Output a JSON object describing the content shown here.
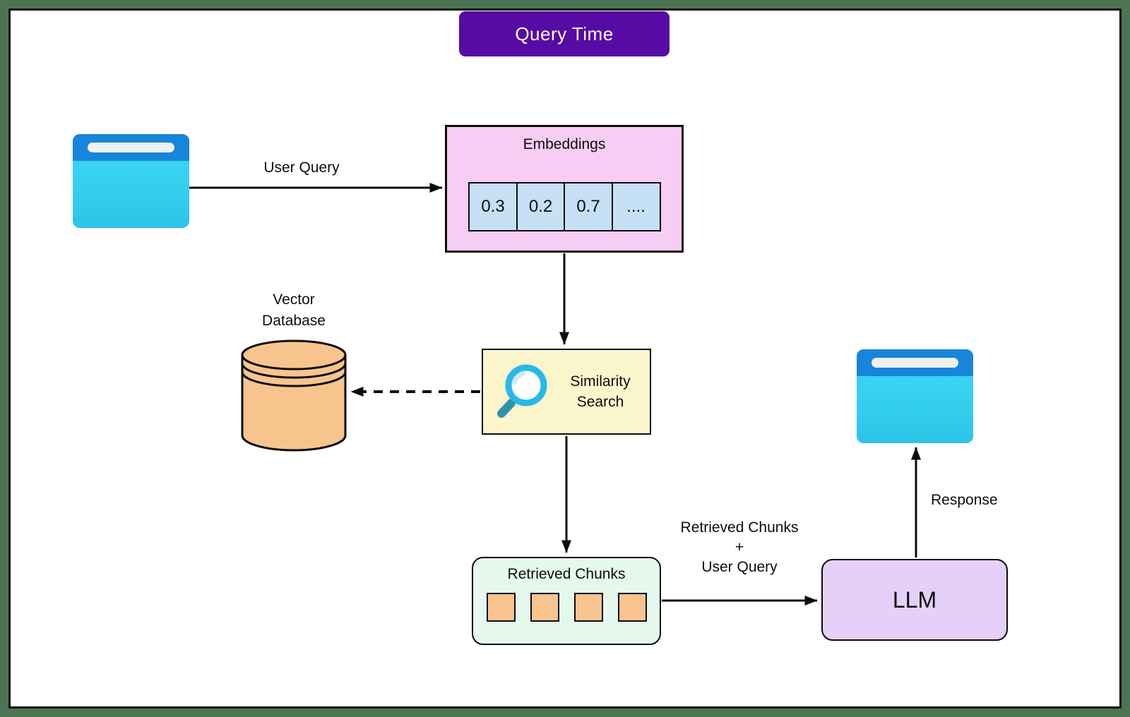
{
  "title": {
    "label": "Query Time"
  },
  "labels": {
    "user_query": "User Query",
    "response": "Response",
    "retrieved_plus": {
      "line1": "Retrieved Chunks",
      "line2": "+",
      "line3": "User Query"
    }
  },
  "embeddings": {
    "title": "Embeddings",
    "cells": [
      "0.3",
      "0.2",
      "0.7",
      "...."
    ]
  },
  "similarity_search": {
    "line1": "Similarity",
    "line2": "Search",
    "icon": "magnifier-icon"
  },
  "vector_database": {
    "line1": "Vector",
    "line2": "Database",
    "icon": "database-cylinder-icon"
  },
  "retrieved_chunks": {
    "title": "Retrieved Chunks",
    "chunk_count": 4
  },
  "llm": {
    "label": "LLM"
  },
  "icons": {
    "user_source": "browser-window-icon",
    "response_target": "browser-window-icon"
  },
  "colors": {
    "frame_green": "#4c7453",
    "title_purple": "#560ba4",
    "embeddings_pink": "#f8cdf4",
    "cell_blue": "#c6e0f6",
    "similarity_yellow": "#fbf6cb",
    "database_orange": "#f8c48e",
    "chunks_mint": "#e5f8ee",
    "chunk_orange": "#f9c48f",
    "llm_lavender": "#e6d0f8",
    "browser_header_blue": "#1786da",
    "browser_body_cyan": "#35cff2",
    "magnifier_cyan": "#29b8e6",
    "arrow_black": "#000000"
  }
}
